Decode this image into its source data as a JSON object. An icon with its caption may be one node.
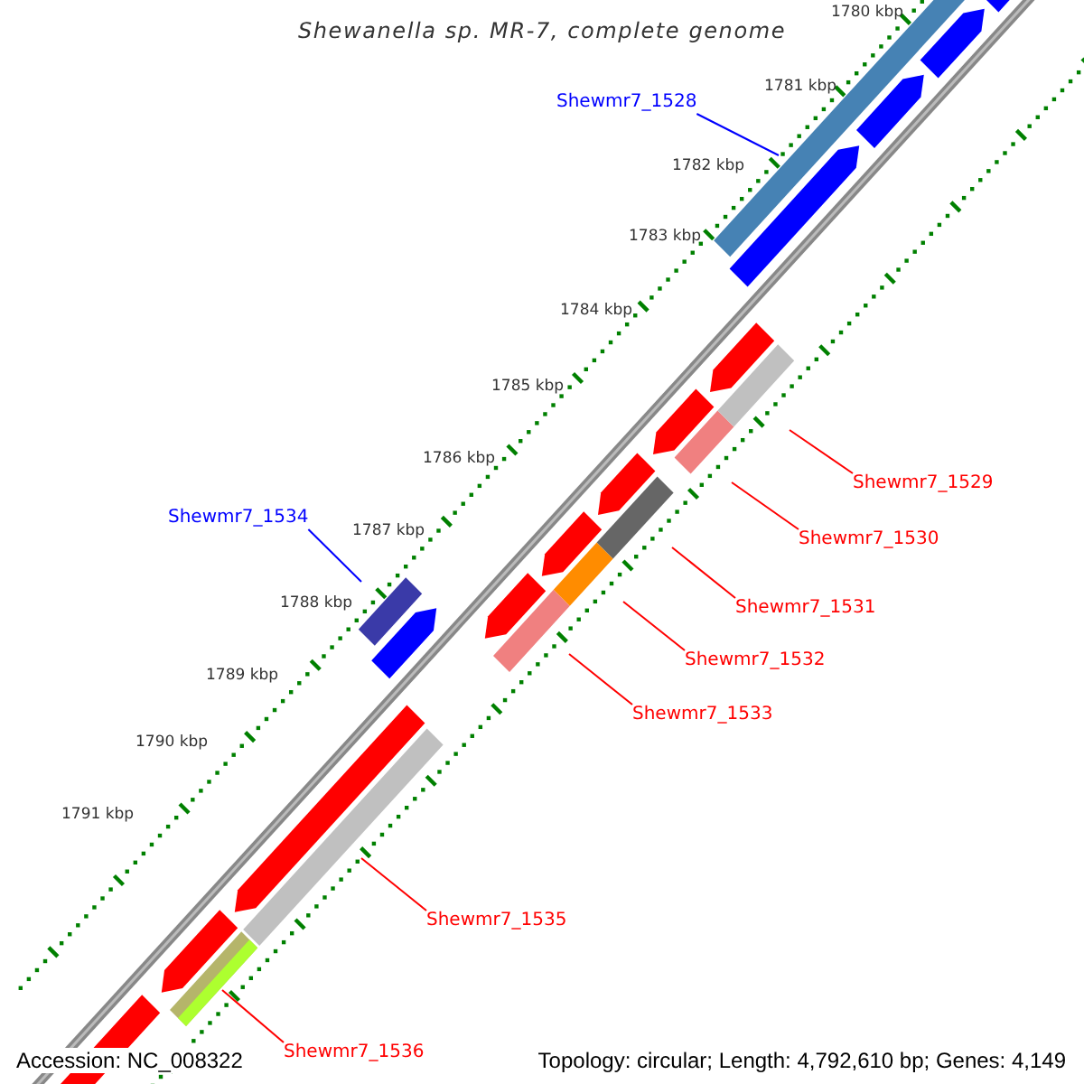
{
  "diagram": {
    "title": "Shewanella sp. MR-7, complete genome",
    "nodes": [
      {
        "text": [
          "Shewmr7_1528"
        ]
      },
      {
        "text": [
          "Shewmr7_1529"
        ]
      },
      {
        "text": [
          "Shewmr7_1530"
        ]
      },
      {
        "text": [
          "Shewmr7_1531"
        ]
      },
      {
        "text": [
          "Shewmr7_1532"
        ]
      },
      {
        "text": [
          "Shewmr7_1533"
        ]
      },
      {
        "text": [
          "Shewmr7_1534"
        ]
      },
      {
        "text": [
          "Shewmr7_1535"
        ]
      },
      {
        "text": [
          "Shewmr7_1536"
        ]
      }
    ],
    "edges": [
      {
        "from": 0,
        "to": null,
        "arrow": "none",
        "color": "#0000ff"
      },
      {
        "from": 1,
        "to": null,
        "arrow": "none"
      },
      {
        "from": 2,
        "to": null,
        "arrow": "none"
      },
      {
        "from": 3,
        "to": null,
        "arrow": "none"
      },
      {
        "from": 4,
        "to": null,
        "arrow": "none"
      },
      {
        "from": 5,
        "to": null,
        "arrow": "none"
      },
      {
        "from": 6,
        "to": null,
        "arrow": "none",
        "color": "#0000ff"
      },
      {
        "from": 7,
        "to": null,
        "arrow": "none"
      },
      {
        "from": 8,
        "to": null,
        "arrow": "none"
      }
    ],
    "labels": [
      "1780 kbp",
      "1781 kbp",
      "1782 kbp",
      "1783 kbp",
      "1784 kbp",
      "1785 kbp",
      "1786 kbp",
      "1787 kbp",
      "1788 kbp",
      "1789 kbp",
      "1790 kbp",
      "1791 kbp",
      "Accession: NC_008322",
      "Topology: circular; Length: 4,792,610 bp; Genes: 4,149"
    ]
  }
}
